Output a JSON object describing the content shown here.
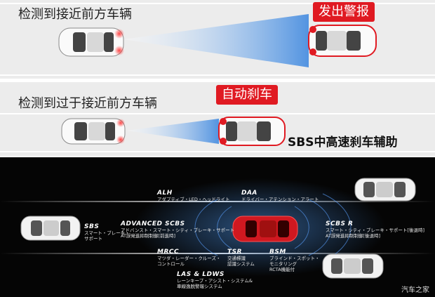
{
  "panel_top": {
    "title": "检测到接近前方车辆",
    "tag": "发出警报"
  },
  "panel_middle": {
    "title": "检测到过于接近前方车辆",
    "tag": "自动刹车",
    "caption": "SBS中高速刹车辅助"
  },
  "diagram": {
    "labels": {
      "alh": {
        "heading": "ALH",
        "lines": [
          "アダプティブ・LED・ヘッドライト"
        ]
      },
      "daa": {
        "heading": "DAA",
        "lines": [
          "ドライバー・アテンション・アラート"
        ]
      },
      "sbs": {
        "heading": "SBS",
        "lines": [
          "スマート・ブレーキ・",
          "サポート"
        ]
      },
      "advanced_scbs": {
        "heading": "ADVANCED SCBS",
        "lines": [
          "アドバンスト・スマート・シティ・ブレーキ・サポート",
          "AT誤発進抑制制御[前進時]"
        ]
      },
      "scbs_r": {
        "heading": "SCBS R",
        "lines": [
          "スマート・シティ・ブレーキ・サポート[後退時]",
          "AT誤発進抑制制御[後退時]"
        ]
      },
      "mrcc": {
        "heading": "MRCC",
        "lines": [
          "マツダ・レーダー・クルーズ・",
          "コントロール"
        ]
      },
      "tsr": {
        "heading": "TSR",
        "lines": [
          "交通標識",
          "認識システム"
        ]
      },
      "bsm": {
        "heading": "BSM",
        "lines": [
          "ブラインド・スポット・",
          "モニタリング",
          "RCTA機能付"
        ]
      },
      "las_ldws": {
        "heading": "LAS & LDWS",
        "lines": [
          "レーンキープ・アシスト・システム&",
          "車線逸脱警報システム"
        ]
      }
    },
    "watermark": "汽车之家"
  },
  "colors": {
    "alert_red": "#e01a22",
    "panel_bg": "#ececec",
    "dark_bg": "#050505",
    "beam_blue": "#4a8fe0"
  }
}
